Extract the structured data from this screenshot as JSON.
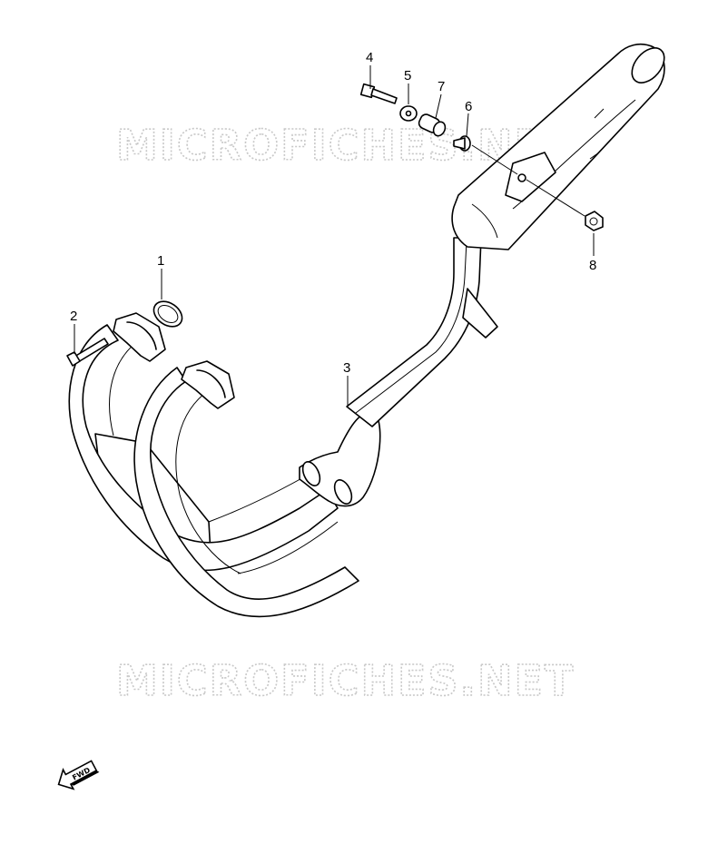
{
  "watermark": {
    "text": "MICROFICHES.NET",
    "color": "#c8c8c8"
  },
  "callouts": [
    {
      "id": "1",
      "label": "1"
    },
    {
      "id": "2",
      "label": "2"
    },
    {
      "id": "3",
      "label": "3"
    },
    {
      "id": "4",
      "label": "4"
    },
    {
      "id": "5",
      "label": "5"
    },
    {
      "id": "6",
      "label": "6"
    },
    {
      "id": "7",
      "label": "7"
    },
    {
      "id": "8",
      "label": "8"
    }
  ],
  "fwd_indicator": {
    "label": "FWD",
    "icon": "forward-arrow-icon"
  }
}
